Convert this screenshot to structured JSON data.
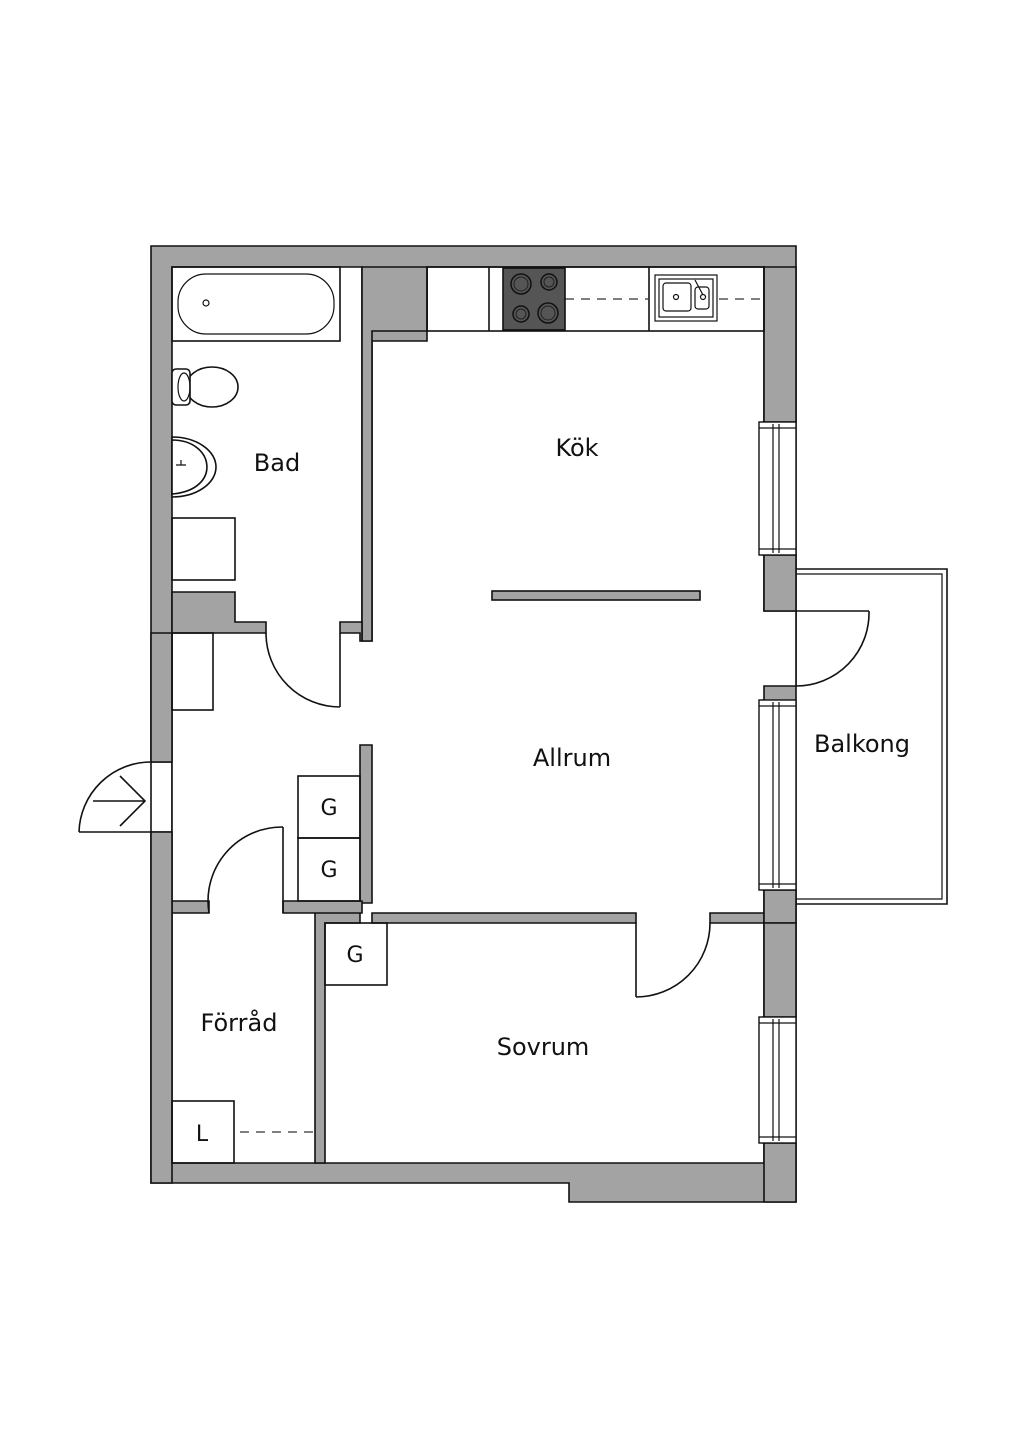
{
  "rooms": {
    "bad": "Bad",
    "kok": "Kök",
    "allrum": "Allrum",
    "balkong": "Balkong",
    "sovrum": "Sovrum",
    "forrad": "Förråd"
  },
  "wardrobes": {
    "g1": "G",
    "g2": "G",
    "g3": "G",
    "l": "L"
  },
  "colors": {
    "wall": "#a3a3a3",
    "stove": "#555555",
    "background": "#ffffff",
    "line": "#111111"
  },
  "icons": [
    "bathtub-icon",
    "toilet-icon",
    "sink-icon",
    "stove-icon",
    "kitchen-sink-icon",
    "entrance-arrow-icon",
    "door-swing-icon",
    "window-icon"
  ]
}
